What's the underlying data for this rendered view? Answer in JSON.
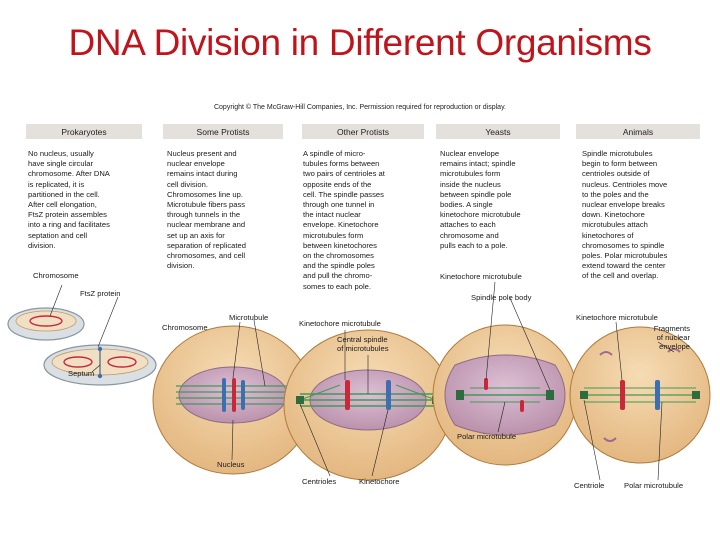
{
  "title": "DNA Division in Different Organisms",
  "copyright": "Copyright © The McGraw-Hill Companies, Inc. Permission required for reproduction or display.",
  "columns": [
    {
      "header": "Prokaryotes",
      "lines": [
        "No nucleus, usually",
        "have single circular",
        "chromosome. After DNA",
        "is replicated, it is",
        "partitioned in the cell.",
        "After cell elongation,",
        "FtsZ protein assembles",
        "into a ring and facilitates",
        "septation and cell",
        "division."
      ]
    },
    {
      "header": "Some Protists",
      "lines": [
        "Nucleus present and",
        "nuclear envelope",
        "remains intact during",
        "cell division.",
        "Chromosomes line up.",
        "Microtubule fibers pass",
        "through tunnels in the",
        "nuclear membrane and",
        "set up an axis for",
        "separation of replicated",
        "chromosomes, and cell",
        "division."
      ]
    },
    {
      "header": "Other Protists",
      "lines": [
        "A spindle of micro-",
        "tubules forms between",
        "two pairs of centrioles at",
        "opposite ends of the",
        "cell. The spindle passes",
        "through one tunnel in",
        "the intact nuclear",
        "envelope. Kinetochore",
        "microtubules form",
        "between kinetochores",
        "on the chromosomes",
        "and the spindle poles",
        "and pull the chromo-",
        "somes to each pole."
      ]
    },
    {
      "header": "Yeasts",
      "lines": [
        "Nuclear envelope",
        "remains intact; spindle",
        "microtubules form",
        "inside the nucleus",
        "between spindle pole",
        "bodies. A single",
        "kinetochore microtubule",
        "attaches to each",
        "chromosome and",
        "pulls each to a pole."
      ]
    },
    {
      "header": "Animals",
      "lines": [
        "Spindle microtubules",
        "begin to form between",
        "centrioles outside of",
        "nucleus. Centrioles move",
        "to the poles and the",
        "nuclear envelope breaks",
        "down. Kinetochore",
        "microtubules attach",
        "kinetochores of",
        "chromosomes to spindle",
        "poles. Polar microtubules",
        "extend toward the center",
        "of the cell and overlap."
      ]
    }
  ],
  "labels": {
    "chromosome_1": "Chromosome",
    "ftsz_protein": "FtsZ protein",
    "septum": "Septum",
    "microtubule": "Microtubule",
    "chromosome_2": "Chromosome",
    "nucleus": "Nucleus",
    "kinetochore_mt_1": "Kinetochore microtubule",
    "central_spindle": [
      "Central spindle",
      "of microtubules"
    ],
    "centrioles": "Centrioles",
    "kinetochore": "Kinetochore",
    "kinetochore_mt_2": "Kinetochore microtubule",
    "spindle_pole_body": "Spindle pole body",
    "polar_mt_1": "Polar microtubule",
    "kinetochore_mt_3": "Kinetochore microtubule",
    "fragments": [
      "Fragments",
      "of nuclear",
      "envelope"
    ],
    "centriole": "Centriole",
    "polar_mt_2": "Polar microtubule"
  },
  "colors": {
    "title": "#c0141c",
    "header_bg": "#e4e1dc",
    "cell_fill": "#eecb98",
    "cell_edge": "#b07a3c",
    "nucleus_fill": "#c9a5bd",
    "spindle": "#3f9a5a",
    "chromosome_red": "#c8283a",
    "chromosome_blue": "#3d6fb0"
  }
}
